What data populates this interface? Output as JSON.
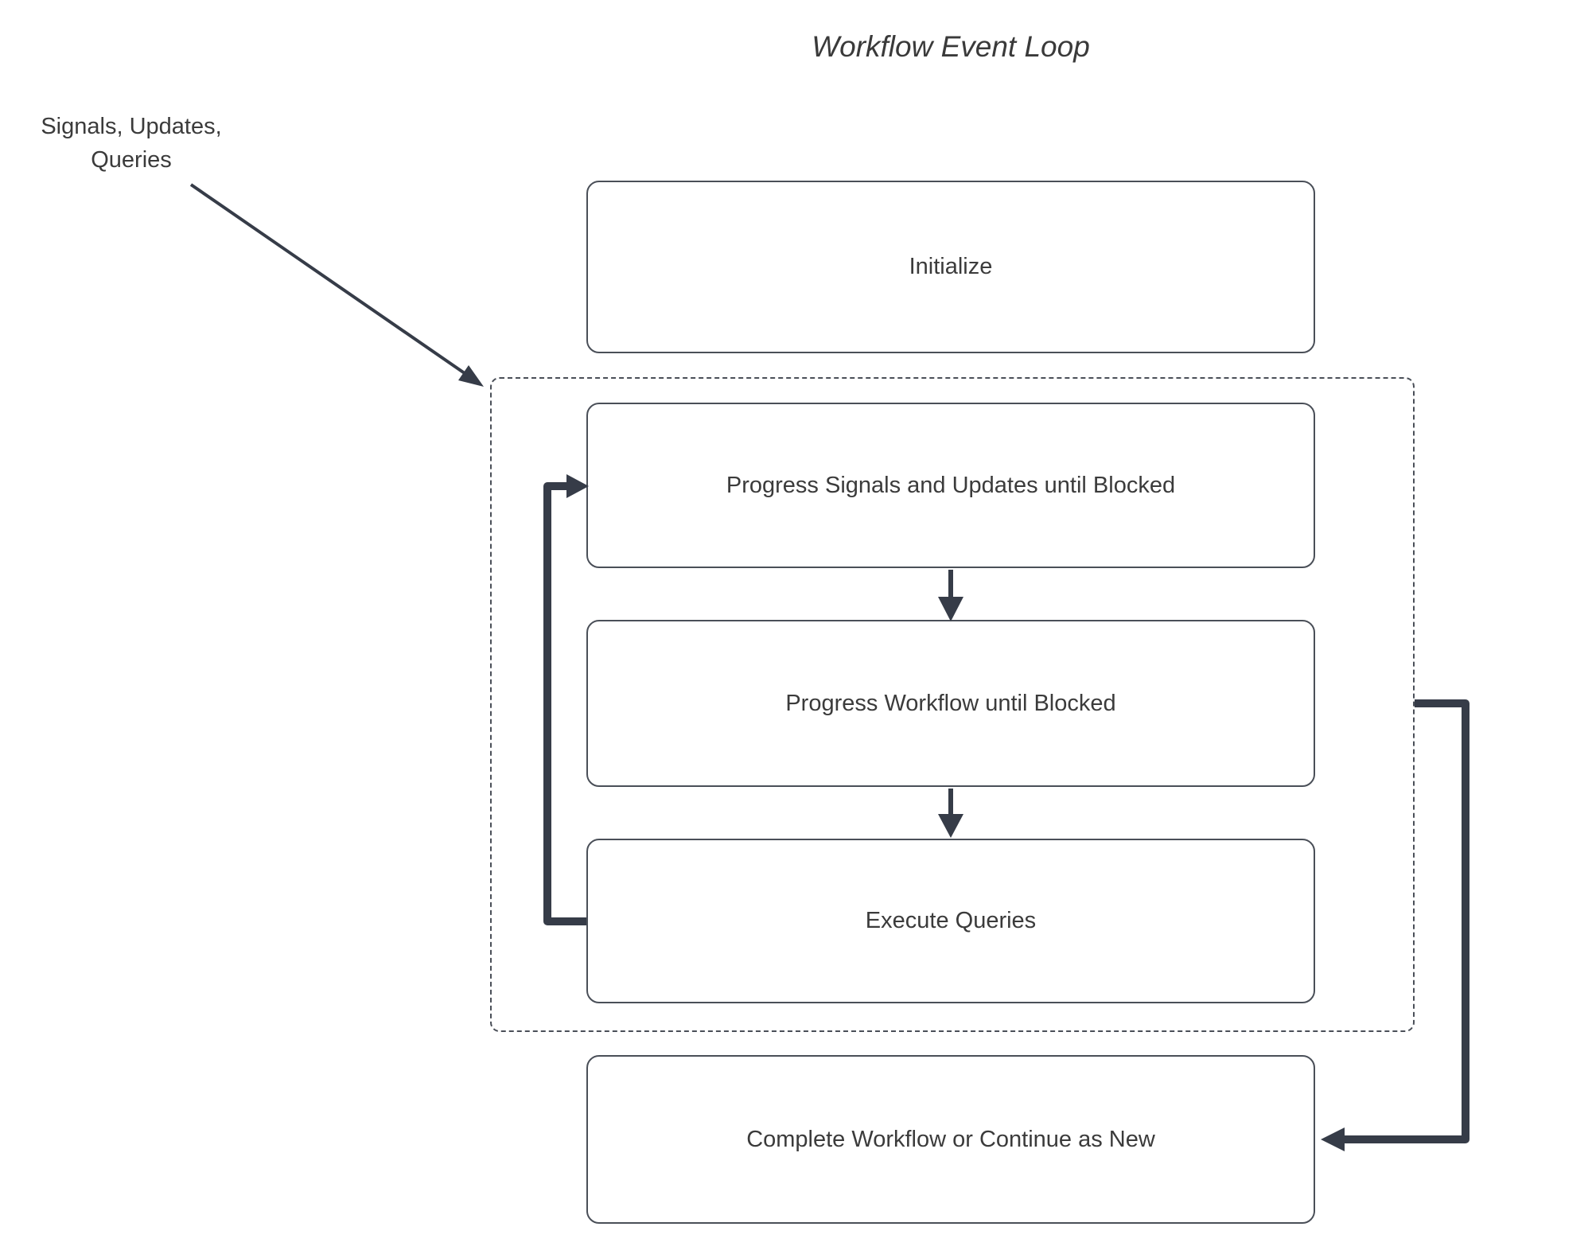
{
  "title": "Workflow Event Loop",
  "annotations": {
    "external_inputs": "Signals, Updates,\nQueries"
  },
  "nodes": {
    "initialize": {
      "label": "Initialize"
    },
    "progress_signals": {
      "label": "Progress Signals and Updates until Blocked"
    },
    "progress_workflow": {
      "label": "Progress Workflow until Blocked"
    },
    "execute_queries": {
      "label": "Execute Queries"
    },
    "complete_workflow": {
      "label": "Complete Workflow or Continue as New"
    }
  },
  "colors": {
    "line": "#363c48",
    "box_border": "#4a4f58",
    "text": "#3b3b3b",
    "background": "#ffffff"
  }
}
